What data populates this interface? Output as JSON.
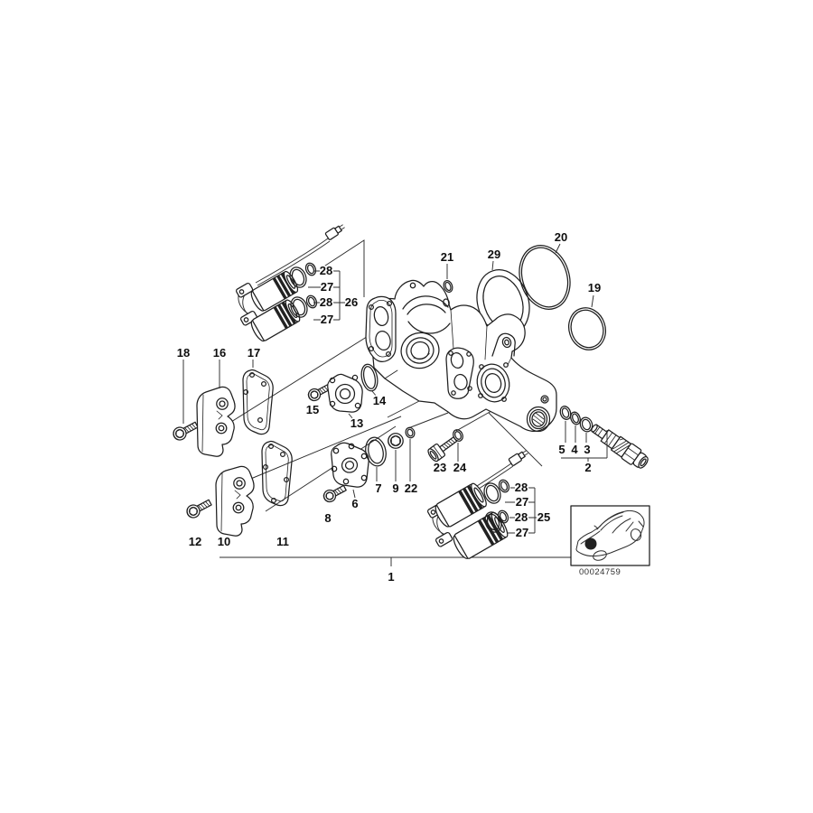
{
  "diagram": {
    "callouts": {
      "n1": "1",
      "n2": "2",
      "n3": "3",
      "n4": "4",
      "n5": "5",
      "n6": "6",
      "n7": "7",
      "n8": "8",
      "n9": "9",
      "n10": "10",
      "n11": "11",
      "n12": "12",
      "n13": "13",
      "n14": "14",
      "n15": "15",
      "n16": "16",
      "n17": "17",
      "n18": "18",
      "n19": "19",
      "n20": "20",
      "n21": "21",
      "n22": "22",
      "n23": "23",
      "n24": "24",
      "n25": "25",
      "n26": "26",
      "n27": "27",
      "n28": "28",
      "n29": "29"
    },
    "stamp": "00024759"
  }
}
